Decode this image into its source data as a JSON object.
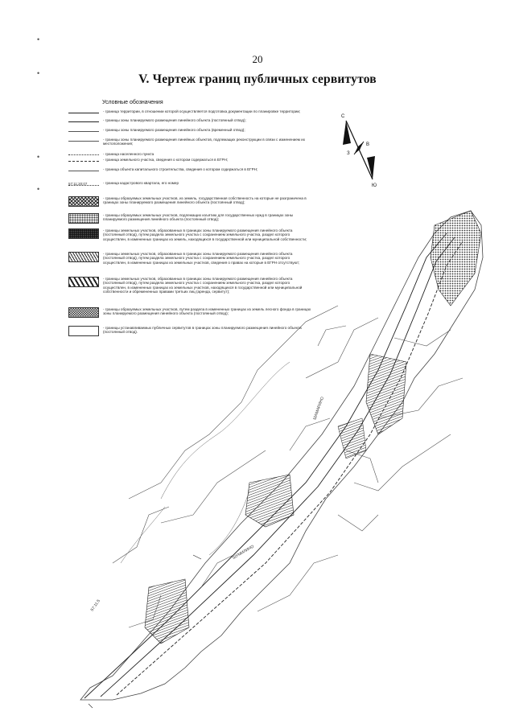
{
  "page_number": "20",
  "title": "V. Чертеж границ публичных сервитутов",
  "legend": {
    "heading": "Условные обозначения",
    "kadastr_number": "57:11:20:07",
    "items": [
      {
        "label": "- граница территории, в отношении которой осуществляется подготовка документации по планировке территории;"
      },
      {
        "label": "- границы зоны планируемого размещения линейного объекта (постоянный отвод);"
      },
      {
        "label": "- границы зоны планируемого размещения линейного объекта (временный отвод);"
      },
      {
        "label": "- границы зоны планируемого размещения линейных объектов, подлежащих реконструкции в связи с изменением их местоположения;"
      },
      {
        "label": "- граница населенного пункта"
      },
      {
        "label": "- граница земельного участка, сведения о котором содержаться в ЕГРН;"
      },
      {
        "label": "- граница объекта капитального строительства, сведения о котором содержаться в ЕГРН;"
      },
      {
        "label": "- граница кадастрового квартала, его номер"
      },
      {
        "label": "- границы образуемых земельных участков, из земель, государственная собственность на которые не разграничена в границах зоны планируемого размещения линейного объекта (постоянный отвод);"
      },
      {
        "label": "- границы образуемых земельных участков, подлежащих изъятию для государственных нужд в границах зоны планируемого размещения линейного объекта (постоянный отвод);"
      },
      {
        "label": "- границы земельных участков, образованных в границах зоны планируемого размещения линейного объекта (постоянный отвод), путем раздела земельного участка с сохранением земельного участка, раздел которого осуществлен, в измененных границах из земель, находящихся в государственной или муниципальной собственности;"
      },
      {
        "label": "- границы земельных участков, образованных в границах зоны планируемого размещения линейного объекта (постоянный отвод), путем раздела земельного участка с сохранением земельного участка, раздел которого осуществлен, в измененных границах из земельных участков, сведения о правах на которые в ЕГРН отсутствуют;"
      },
      {
        "label": "- границы земельных участков, образованных в границах зоны планируемого размещения линейного объекта (постоянный отвод), путем раздела земельного участка с сохранением земельного участка, раздел которого осуществлен, в измененных границах из земельных участков, находящихся в государственной или муниципальной собственности и обремененных правами третьих лиц (аренда, сервитут);"
      },
      {
        "label": "- границы образуемых земельных участков, путем раздела в измененных границах из земель лесного фонда в границах зоны планируемого размещения линейного объекта (постоянный отвод);"
      },
      {
        "label": "- границы устанавливаемых публичных сервитутов в границах зоны планируемого размещения линейного объекта (постоянный отвод)."
      }
    ]
  },
  "compass": {
    "north": "С",
    "east": "В",
    "west": "З",
    "south": "Ю"
  },
  "map_labels": {
    "street_1": "ШАМАРИНО",
    "street_2": "ШУМИЛИНО",
    "road_1": "57:11:5"
  }
}
